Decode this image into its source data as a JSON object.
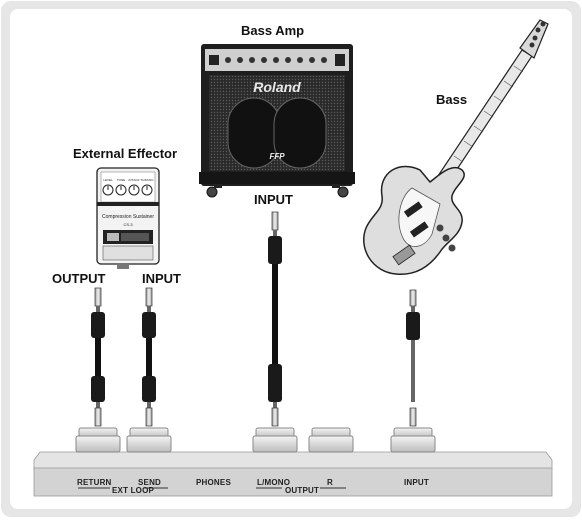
{
  "labels": {
    "bass_amp": "Bass Amp",
    "bass": "Bass",
    "external_effector": "External Effector",
    "amp_input": "INPUT",
    "effector_output": "OUTPUT",
    "effector_input": "INPUT"
  },
  "amp": {
    "brand": "Roland",
    "badge": "FFP"
  },
  "effector": {
    "name": "Compression Sustainer",
    "model": "CS-3",
    "knob_labels": [
      "LEVEL",
      "TONE",
      "ATTACK",
      "SUSTAIN"
    ],
    "jack_output": "OUTPUT",
    "jack_input": "INPUT"
  },
  "panel": {
    "jacks": [
      "RETURN",
      "SEND",
      "PHONES",
      "L/MONO",
      "R",
      "INPUT"
    ],
    "group_ext_loop": "EXT LOOP",
    "group_output": "OUTPUT"
  }
}
